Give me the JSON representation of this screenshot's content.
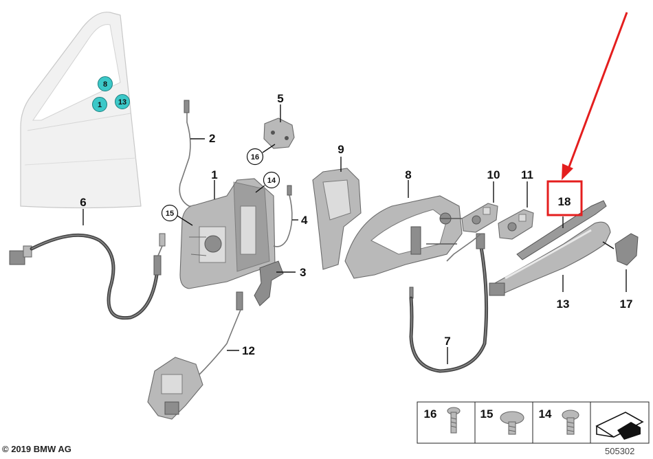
{
  "labels": {
    "p1": "1",
    "p2": "2",
    "p3": "3",
    "p4": "4",
    "p5": "5",
    "p6": "6",
    "p7": "7",
    "p8": "8",
    "p9": "9",
    "p10": "10",
    "p11": "11",
    "p12": "12",
    "p13": "13",
    "p14": "14",
    "p15": "15",
    "p16": "16",
    "p17": "17",
    "p18": "18"
  },
  "door_markers": {
    "m8": "8",
    "m1": "1",
    "m13": "13"
  },
  "legend": {
    "l16": "16",
    "l15": "15",
    "l14": "14"
  },
  "footer": {
    "copyright": "© 2019 BMW AG",
    "ref": "505302"
  },
  "colors": {
    "highlight": "#e41e1e",
    "marker": "#3cc8c8"
  }
}
